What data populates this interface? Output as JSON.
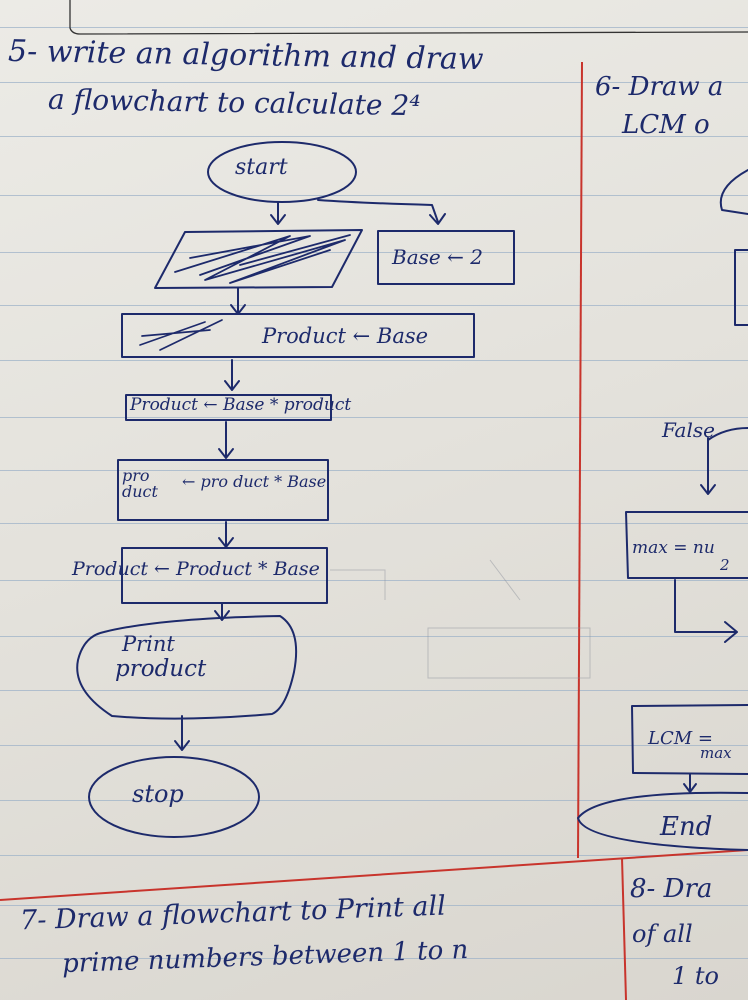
{
  "problem5": {
    "heading_line1": "5- write an algorithm and draw",
    "heading_line2": "a flowchart to calculate 2⁴"
  },
  "flowchart": {
    "start": "start",
    "init_base": "Base ← 2",
    "init_product": "Product ← Base",
    "step1": "Product ← Base * product",
    "step2_left": "pro duct",
    "step2_right": "← pro duct * Base",
    "step3": "Product ← Product * Base",
    "print_line1": "Print",
    "print_line2": "product",
    "stop": "stop"
  },
  "problem6": {
    "heading_line1": "6- Draw a",
    "heading_line2": "LCM o",
    "false_label": "False",
    "max_box": "max = nu",
    "max_box_sub": "2",
    "lcm_box_line1": "LCM =",
    "lcm_box_line2": "max",
    "end": "End"
  },
  "problem7": {
    "line1": "7- Draw a flowchart to Print all",
    "line2": "prime numbers between 1 to n"
  },
  "problem8": {
    "line1": "8- Dra",
    "line2": "of all",
    "line3": "1 to"
  },
  "colors": {
    "ink": "#1d2a6b",
    "margin_line": "#c8342c",
    "rule_line": "#9fb3c8",
    "paper": "#e6e4de"
  }
}
